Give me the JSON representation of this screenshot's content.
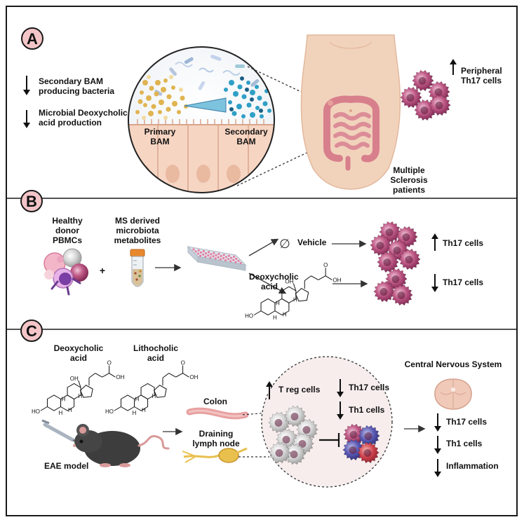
{
  "panels": {
    "a": {
      "letter": "A",
      "left_notes": {
        "line1": "Secondary BAM",
        "line2": "producing bacteria",
        "line3": "Microbial Deoxycholic",
        "line4": "acid production"
      },
      "primary_bam": {
        "line1": "Primary",
        "line2": "BAM"
      },
      "secondary_bam": {
        "line1": "Secondary",
        "line2": "BAM"
      },
      "patients": {
        "line1": "Multiple",
        "line2": "Sclerosis",
        "line3": "patients"
      },
      "peripheral": {
        "line1": "Peripheral",
        "line2": "Th17 cells"
      }
    },
    "b": {
      "letter": "B",
      "donor": {
        "line1": "Healthy",
        "line2": "donor",
        "line3": "PBMCs"
      },
      "plus": "+",
      "metab": {
        "line1": "MS derived",
        "line2": "microbiota",
        "line3": "metabolites"
      },
      "empty_set": "∅",
      "vehicle": "Vehicle",
      "dca": {
        "line1": "Deoxycholic",
        "line2": "acid"
      },
      "th17_up": "Th17 cells",
      "th17_down": "Th17 cells"
    },
    "c": {
      "letter": "C",
      "dca": {
        "line1": "Deoxycholic",
        "line2": "acid"
      },
      "lca": {
        "line1": "Lithocholic",
        "line2": "acid"
      },
      "eae": "EAE model",
      "colon": "Colon",
      "lymph": {
        "line1": "Draining",
        "line2": "lymph node"
      },
      "treg": "T reg cells",
      "th17_mid": "Th17 cells",
      "th1_mid": "Th1 cells",
      "cns": "Central Nervous System",
      "th17_cns": "Th17 cells",
      "th1_cns": "Th1 cells",
      "inflammation": "Inflammation"
    }
  },
  "chem": {
    "oh": "OH",
    "ho": "HO",
    "o": "O",
    "h": "H"
  },
  "colors": {
    "frame": "#1a1a1a",
    "skin": "#f1d3bc",
    "skin_dark": "#e3b79b",
    "gut": "#d87f8c",
    "th17_cell": "#b04a76",
    "treg_cell": "#cfcfcf",
    "th1_cell": "#4b4aa0",
    "colon": "#e8a0a0",
    "lymph": "#e9bf4e"
  }
}
